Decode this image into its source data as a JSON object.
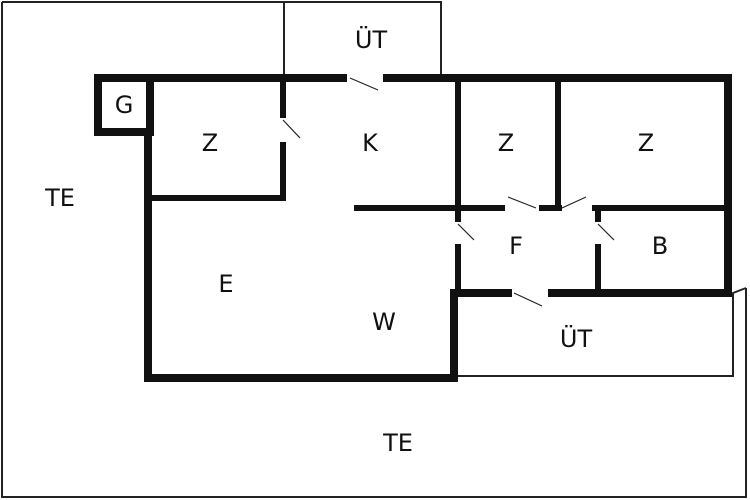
{
  "colors": {
    "wall": "#111111",
    "background": "#ffffff",
    "outline": "#222222"
  },
  "rooms": {
    "g": "G",
    "z1": "Z",
    "k": "K",
    "z2": "Z",
    "z3": "Z",
    "e": "E",
    "w": "W",
    "f": "F",
    "b": "B",
    "ut_top": "ÜT",
    "ut_bottom": "ÜT",
    "te_left": "TE",
    "te_bottom": "TE"
  }
}
